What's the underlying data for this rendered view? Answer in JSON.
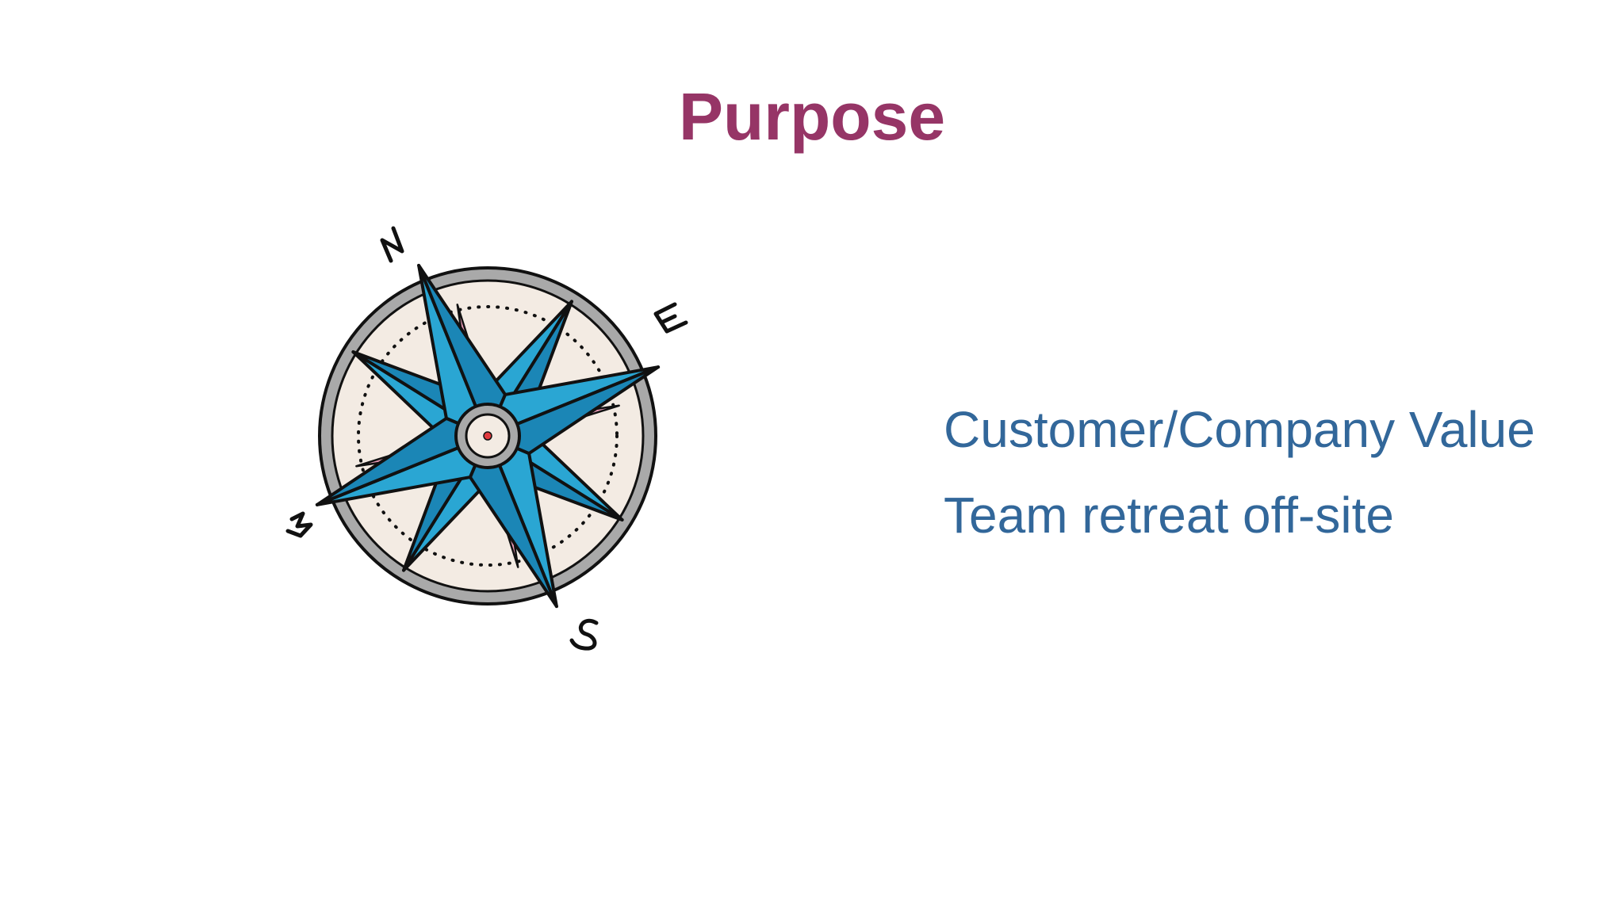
{
  "slide": {
    "title": "Purpose",
    "title_color": "#963566",
    "text_color": "#32679a",
    "bullets": [
      "Customer/Company Value",
      "Team retreat off-site"
    ]
  },
  "compass": {
    "icon": "compass-rose-icon",
    "labels": [
      "N",
      "E",
      "S",
      "W"
    ],
    "colors": {
      "star_blue": "#2aa6d3",
      "star_blue_dark": "#1b86b6",
      "star_pink": "#ec9cb9",
      "face": "#f3ebe3",
      "rim": "#a9a9a9",
      "center_dot": "#e0393e"
    }
  }
}
